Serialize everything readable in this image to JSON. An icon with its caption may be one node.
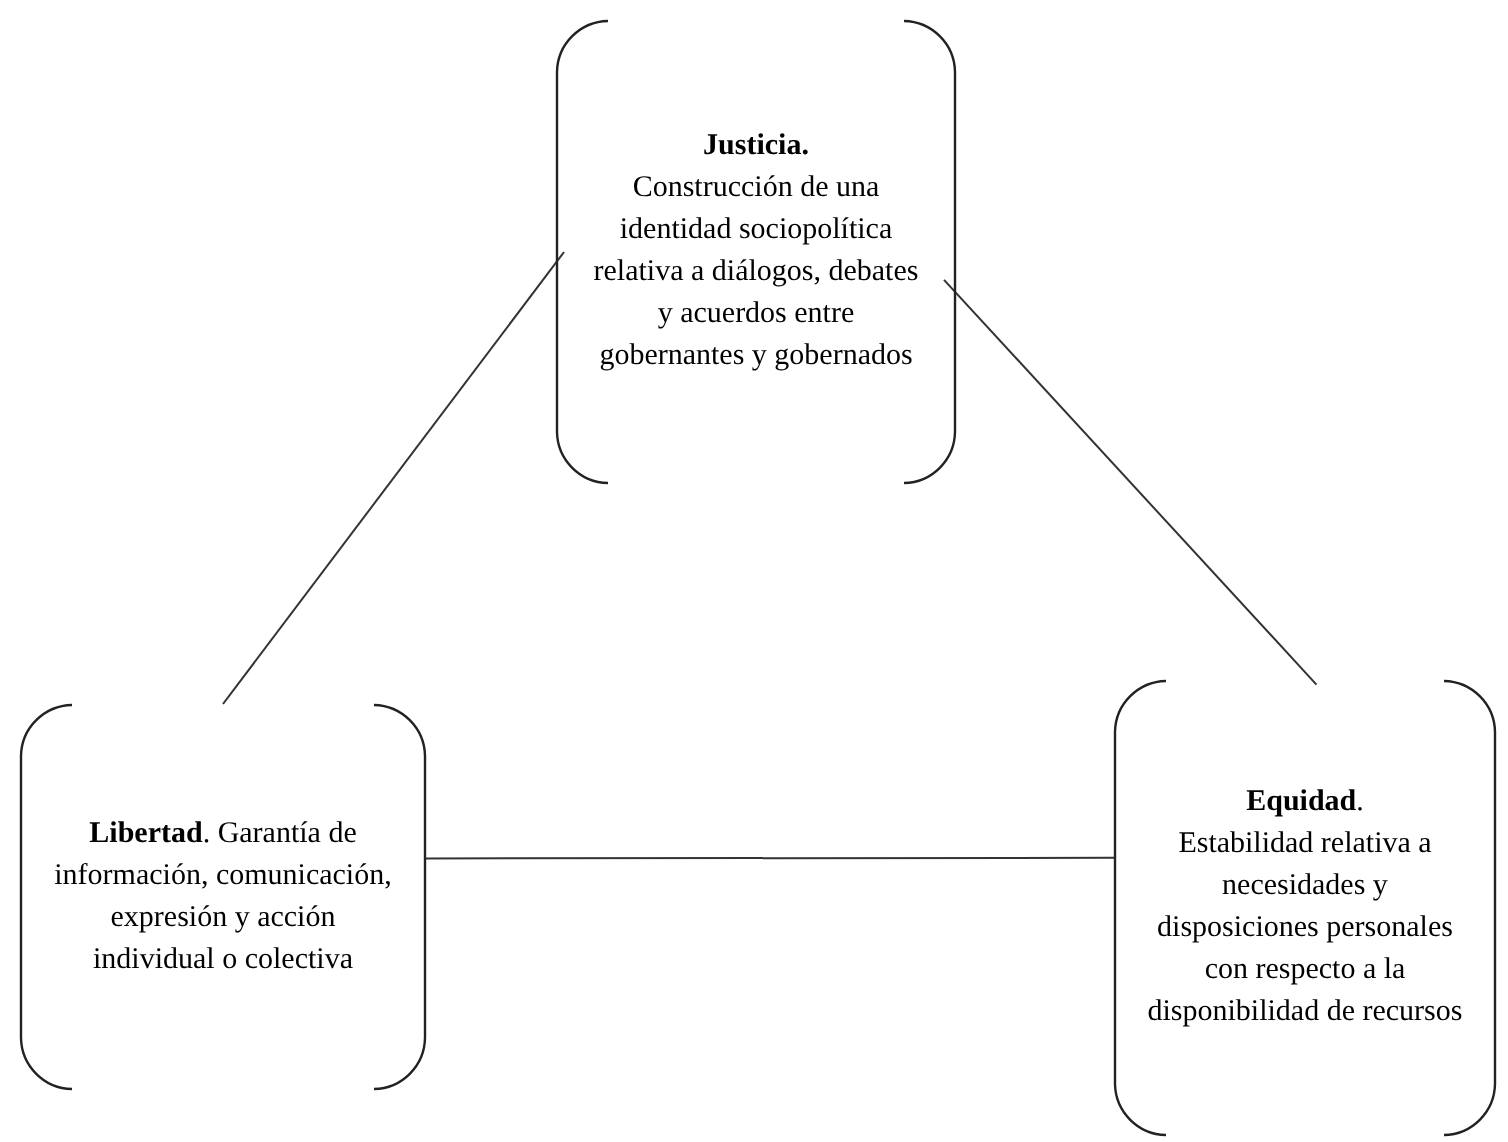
{
  "diagram": {
    "nodes": [
      {
        "text": [
          "Justicia.",
          "Construcción de una identidad sociopolítica relativa a diálogos, debates y acuerdos entre gobernantes y gobernados"
        ]
      },
      {
        "text": [
          "**Libertad**. Garantía de información, comunicación, expresión y acción individual o colectiva"
        ]
      },
      {
        "text": [
          "**Equidad**.",
          "Estabilidad relativa a necesidades y disposiciones personales con respecto a la disponibilidad de recursos"
        ]
      }
    ],
    "edges": [
      {
        "from": 0,
        "to": 1,
        "arrow": "none"
      },
      {
        "from": 0,
        "to": 2,
        "arrow": "none"
      },
      {
        "from": 1,
        "to": 2,
        "arrow": "none"
      }
    ]
  }
}
